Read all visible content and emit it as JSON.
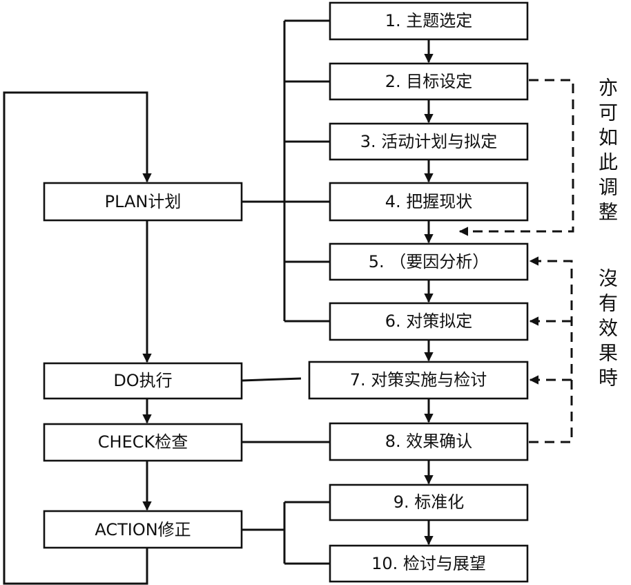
{
  "phases": [
    {
      "id": "plan",
      "label": "PLAN计划"
    },
    {
      "id": "do",
      "label": "DO执行"
    },
    {
      "id": "check",
      "label": "CHECK检查"
    },
    {
      "id": "action",
      "label": "ACTION修正"
    }
  ],
  "steps": [
    {
      "id": "s1",
      "label": "1. 主题选定"
    },
    {
      "id": "s2",
      "label": "2. 目标设定"
    },
    {
      "id": "s3",
      "label": "3. 活动计划与拟定"
    },
    {
      "id": "s4",
      "label": "4. 把握现状"
    },
    {
      "id": "s5",
      "label": "5. （要因分析）"
    },
    {
      "id": "s6",
      "label": "6. 对策拟定"
    },
    {
      "id": "s7",
      "label": "7. 对策实施与检讨"
    },
    {
      "id": "s8",
      "label": "8. 效果确认"
    },
    {
      "id": "s9",
      "label": "9. 标准化"
    },
    {
      "id": "s10",
      "label": "10. 检讨与展望"
    }
  ],
  "notes": {
    "adjust": [
      "亦",
      "可",
      "如",
      "此",
      "调",
      "整"
    ],
    "no_effect": [
      "沒",
      "有",
      "效",
      "果",
      "時"
    ]
  },
  "colors": {
    "line": "#111111",
    "box_fill": "#ffffff",
    "background": "#ffffff"
  }
}
